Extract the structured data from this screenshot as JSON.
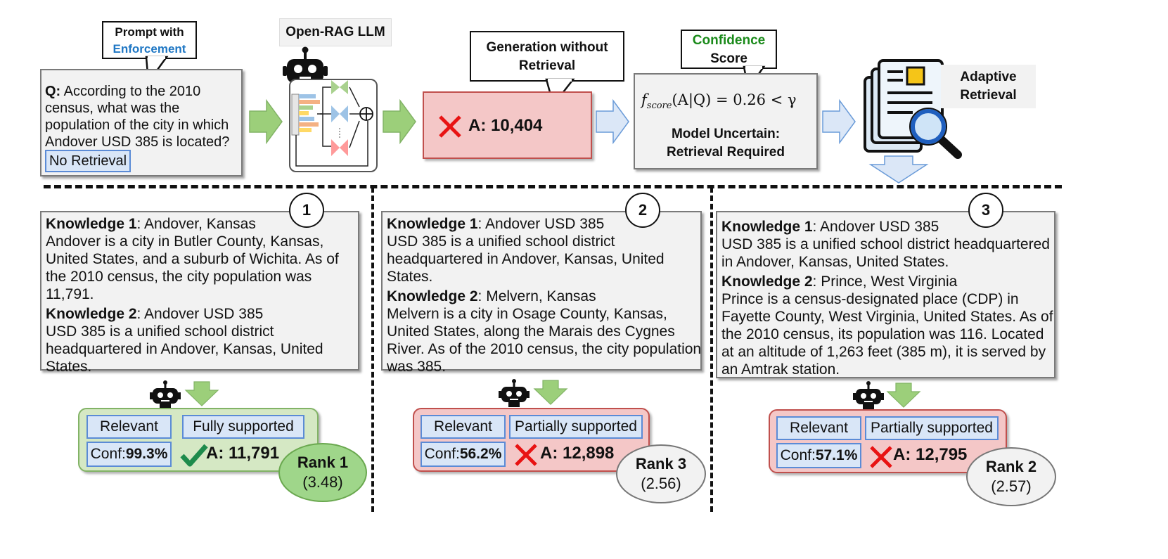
{
  "top": {
    "prompt_callout": {
      "line1": "Prompt with",
      "line2": "Enforcement",
      "line2_color": "#1f77c4"
    },
    "question": {
      "q_prefix": "Q:",
      "text_lines": [
        " According to the 2010",
        "census, what was the",
        "population of the city in which",
        "Andover USD 385 is located?"
      ],
      "tag": "No Retrieval"
    },
    "llm_label": "Open-RAG LLM",
    "gen_callout": {
      "line1": "Generation without",
      "line2": "Retrieval"
    },
    "answer": "A: 10,404",
    "conf_callout": {
      "line1": "Confidence",
      "line1_color": "#1a8a1a",
      "line2": "Score"
    },
    "formula": {
      "f": "f",
      "sub": "score",
      "rest": "(A|Q) = 0.26 < γ"
    },
    "uncertain_lines": [
      "Model Uncertain:",
      "Retrieval Required"
    ],
    "adaptive_lines": [
      "Adaptive",
      "Retrieval"
    ]
  },
  "panels": [
    {
      "number": "1",
      "knowledge": [
        {
          "title": "Knowledge 1",
          "subtitle": ": Andover, Kansas",
          "lines": [
            "Andover is a city in Butler County, Kansas,",
            "United States, and a suburb of Wichita. As of",
            "the 2010 census, the city population was",
            "11,791."
          ]
        },
        {
          "title": "Knowledge 2",
          "subtitle": ": Andover USD 385",
          "lines": [
            "USD 385 is a unified school district",
            "headquartered in Andover, Kansas, United",
            "States."
          ]
        }
      ],
      "relevance": "Relevant",
      "support": "Fully supported",
      "conf_label": "Conf: ",
      "conf_value": "99.3%",
      "answer": "A: 11,791",
      "correct": true,
      "rank_label": "Rank 1",
      "rank_score": "(3.48)"
    },
    {
      "number": "2",
      "knowledge": [
        {
          "title": "Knowledge 1",
          "subtitle": ": Andover USD 385",
          "lines": [
            "USD 385 is a unified school district",
            "headquartered in Andover, Kansas, United",
            "States."
          ]
        },
        {
          "title": "Knowledge 2",
          "subtitle": ": Melvern, Kansas",
          "lines": [
            "Melvern is a city in Osage County, Kansas,",
            "United States, along the Marais des Cygnes",
            "River. As of the 2010 census, the city population",
            "was 385."
          ]
        }
      ],
      "relevance": "Relevant",
      "support": "Partially supported",
      "conf_label": "Conf: ",
      "conf_value": "56.2%",
      "answer": "A: 12,898",
      "correct": false,
      "rank_label": "Rank 3",
      "rank_score": "(2.56)"
    },
    {
      "number": "3",
      "knowledge": [
        {
          "title": "Knowledge 1",
          "subtitle": ": Andover USD 385",
          "lines": [
            "USD 385 is a unified school district headquartered",
            "in Andover, Kansas, United States."
          ]
        },
        {
          "title": "Knowledge 2",
          "subtitle": ": Prince, West Virginia",
          "lines": [
            "Prince is a census-designated place (CDP) in",
            "Fayette County, West Virginia, United States. As of",
            "the 2010 census, its population was 116. Located",
            "at an altitude of 1,263 feet (385 m), it is served by",
            "an Amtrak station."
          ]
        }
      ],
      "relevance": "Relevant",
      "support": "Partially supported",
      "conf_label": "Conf: ",
      "conf_value": "57.1%",
      "answer": "A: 12,795",
      "correct": false,
      "rank_label": "Rank 2",
      "rank_score": "(2.57)"
    }
  ],
  "colors": {
    "green_fill": "#d5e8c4",
    "green_border": "#82b366",
    "red_fill": "#f4c7c7",
    "red_border": "#c0504d",
    "rank1_fill": "#9fd68a",
    "blue_arrow": "#dbe7f7",
    "green_arrow": "#9ccf7a"
  }
}
